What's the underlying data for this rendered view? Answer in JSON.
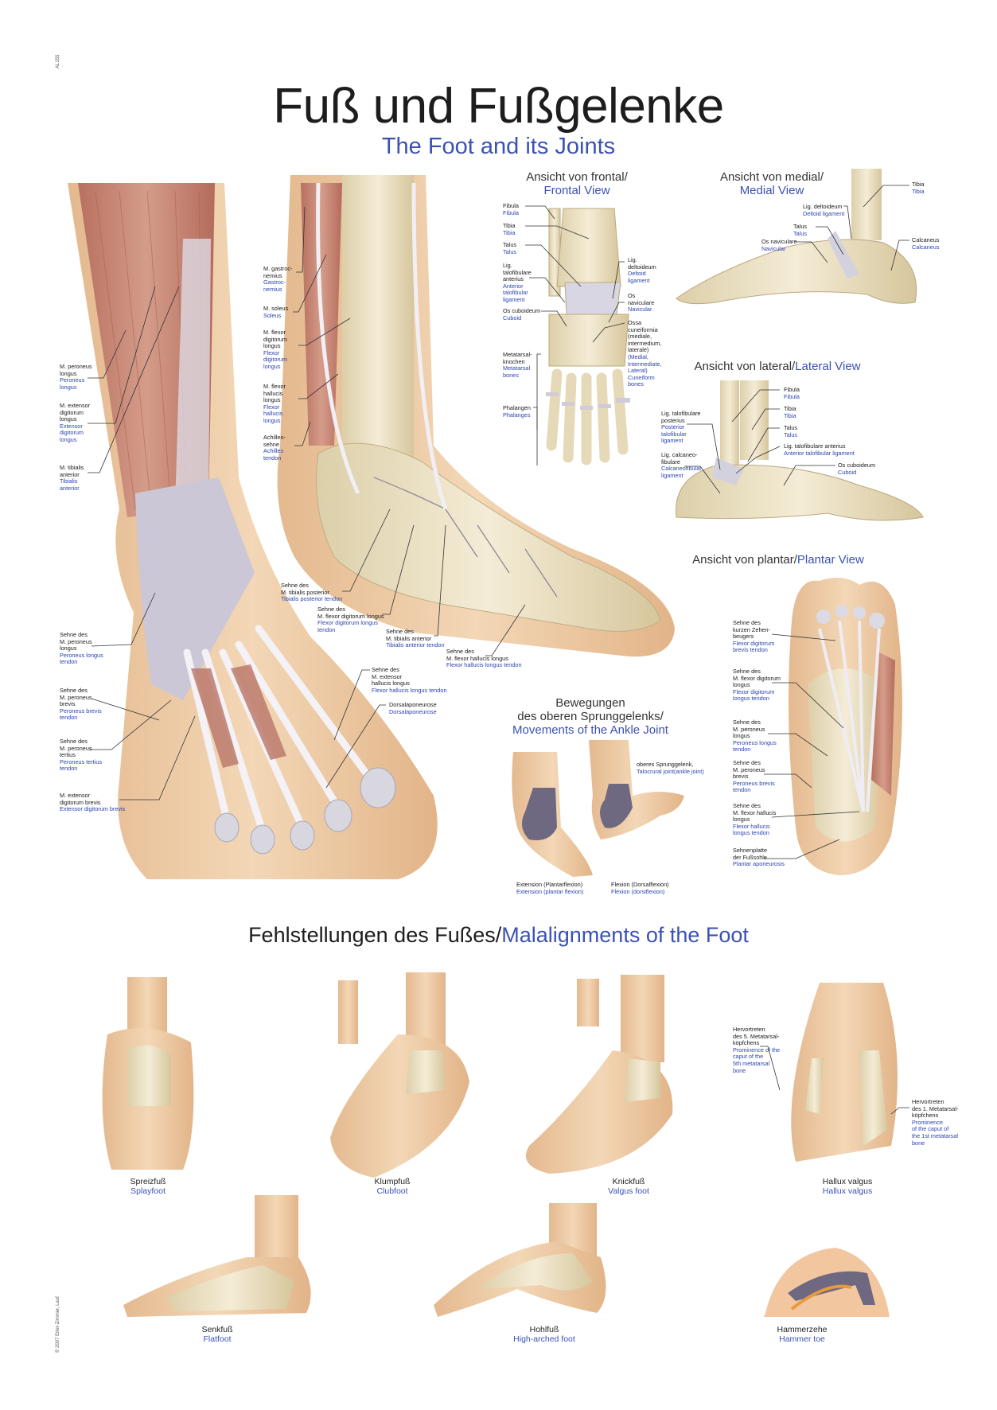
{
  "header": {
    "title": "Fuß und Fußgelenke",
    "subtitle": "The Foot and its Joints",
    "code": "AL155",
    "copyright": "© 2007 Erler-Zimmer, Lauf"
  },
  "colors": {
    "accent_blue": "#3b52b4",
    "skin": "#efcda6",
    "bone": "#ece0c2",
    "muscle": "#c98675",
    "ligament": "#c9c6d6",
    "joint_highlight": "#6e6880"
  },
  "main_figure": {
    "labels": [
      {
        "de": "M. peroneus\nlongus",
        "en": "Peroneus\nlongus"
      },
      {
        "de": "M. extensor\ndigitorum\nlongus",
        "en": "Extensor\ndigitorum\nlongus"
      },
      {
        "de": "M. tibialis\nanterior",
        "en": "Tibialis\nanterior"
      },
      {
        "de": "Sehne des\nM. peroneus\nlongus",
        "en": "Peroneus longus\ntendon"
      },
      {
        "de": "Sehne des\nM. peroneus\nbrevis",
        "en": "Peroneus brevis\ntendon"
      },
      {
        "de": "Sehne des\nM. peroneus\ntertius",
        "en": "Peroneus tertius\ntendon"
      },
      {
        "de": "M. extensor\ndigitorum brevis",
        "en": "Extensor digitorum brevis"
      },
      {
        "de": "M. gastroc-\nnemius",
        "en": "Gastroc-\nnemius"
      },
      {
        "de": "M. soleus",
        "en": "Soleus"
      },
      {
        "de": "M. flexor\ndigitorum\nlongus",
        "en": "Flexor\ndigitorum\nlongus"
      },
      {
        "de": "M. flexor\nhallucis\nlongus",
        "en": "Flexor\nhallucis\nlongus"
      },
      {
        "de": "Achilles-\nsehne",
        "en": "Achilles\ntendon"
      },
      {
        "de": "Sehne des\nM. tibialis posterior",
        "en": "Tibialis posterior tendon"
      },
      {
        "de": "Sehne des\nM. flexor digitorum longus",
        "en": "Flexor digitorum longus\ntendon"
      },
      {
        "de": "Sehne des\nM. tibialis anterior",
        "en": "Tibialis anterior tendon"
      },
      {
        "de": "Sehne des\nM. flexor hallucis longus",
        "en": "Flexor hallucis longus tendon"
      },
      {
        "de": "Sehne des\nM. extensor\nhallucis longus",
        "en": "Flexor hallucis longus tendon"
      },
      {
        "de": "Dorsalaponeurose",
        "en": "Dorsalaponeurose"
      }
    ]
  },
  "frontal_view": {
    "heading_de": "Ansicht von frontal/",
    "heading_en": "Frontal View",
    "labels": [
      {
        "de": "Fibula",
        "en": "Fibula"
      },
      {
        "de": "Tibia",
        "en": "Tibia"
      },
      {
        "de": "Talus",
        "en": "Talus"
      },
      {
        "de": "Lig.\ntalofibulare\nanterius",
        "en": "Anterior\ntalofibular\nligament"
      },
      {
        "de": "Os cuboideum",
        "en": "Cuboid"
      },
      {
        "de": "Metatarsal-\nknochen",
        "en": "Metatarsal\nbones"
      },
      {
        "de": "Phalangen",
        "en": "Phalanges"
      },
      {
        "de": "Lig.\ndeltoideum",
        "en": "Deltoid\nligament"
      },
      {
        "de": "Os\nnaviculare",
        "en": "Navicular"
      },
      {
        "de": "Ossa\ncuneiformia\n(mediale,\nintermedium,\nlaterale)",
        "en": "(Medial,\nIntermediate,\nLateral)\nCuneiform\nbones"
      }
    ]
  },
  "medial_view": {
    "heading_de": "Ansicht von medial/",
    "heading_en": "Medial View",
    "labels": [
      {
        "de": "Tibia",
        "en": "Tibia"
      },
      {
        "de": "Lig. deltoideum",
        "en": "Deltoid ligament"
      },
      {
        "de": "Talus",
        "en": "Talus"
      },
      {
        "de": "Os naviculare",
        "en": "Navicular"
      },
      {
        "de": "Calcaneus",
        "en": "Calcaneus"
      }
    ]
  },
  "lateral_view": {
    "heading_de": "Ansicht von lateral/",
    "heading_en": "Lateral View",
    "labels": [
      {
        "de": "Fibula",
        "en": "Fibula"
      },
      {
        "de": "Tibia",
        "en": "Tibia"
      },
      {
        "de": "Talus",
        "en": "Talus"
      },
      {
        "de": "Lig. talofibulare anterius",
        "en": "Anterior talofibular ligament"
      },
      {
        "de": "Os cuboideum",
        "en": "Cuboid"
      },
      {
        "de": "Lig. talofibulare\nposterius",
        "en": "Posterior\ntalofibular\nligament"
      },
      {
        "de": "Lig. calcaneo-\nfibulare",
        "en": "Calcaneofibular\nligament"
      }
    ]
  },
  "plantar_view": {
    "heading_de": "Ansicht von plantar/",
    "heading_en": "Plantar View",
    "labels": [
      {
        "de": "Sehne des\nkurzen Zehen-\nbeugers",
        "en": "Flexor digitorum\nbrevis tendon"
      },
      {
        "de": "Sehne des\nM. flexor digitorum\nlongus",
        "en": "Flexor digitorum\nlongus tendon"
      },
      {
        "de": "Sehne des\nM. peroneus\nlongus",
        "en": "Peroneus longus\ntendon"
      },
      {
        "de": "Sehne des\nM. peroneus\nbrevis",
        "en": "Peroneus brevis\ntendon"
      },
      {
        "de": "Sehne des\nM. flexor hallucis\nlongus",
        "en": "Flexor hallucis\nlongus tendon"
      },
      {
        "de": "Sehnenplatte\nder Fußsohle",
        "en": "Plantar aponeurosis"
      }
    ]
  },
  "movements": {
    "heading_de_1": "Bewegungen",
    "heading_de_2": "des oberen Sprunggelenks/",
    "heading_en": "Movements of the Ankle Joint",
    "joint": {
      "de": "oberes Sprunggelenk,",
      "en": "Talocrural joint(ankle joint)"
    },
    "extension": {
      "de": "Extension (Plantarflexion)",
      "en": "Extension (plantar flexion)"
    },
    "flexion": {
      "de": "Flexion (Dorsalflexion)",
      "en": "Flexion (dorsiflexion)"
    }
  },
  "malalignments": {
    "heading_de": "Fehlstellungen des Fußes/",
    "heading_en": "Malalignments of the Foot",
    "items": [
      {
        "de": "Spreizfuß",
        "en": "Splayfoot"
      },
      {
        "de": "Klumpfuß",
        "en": "Clubfoot"
      },
      {
        "de": "Knickfuß",
        "en": "Valgus foot"
      },
      {
        "de": "Hallux valgus",
        "en": "Hallux valgus"
      },
      {
        "de": "Senkfuß",
        "en": "Flatfoot"
      },
      {
        "de": "Hohlfuß",
        "en": "High-arched foot"
      },
      {
        "de": "Hammerzehe",
        "en": "Hammer toe"
      }
    ],
    "hallux_labels": [
      {
        "de": "Hervortreten\ndes 5. Metatarsal-\nköpfchens",
        "en": "Prominence of the\ncaput of the\n5th metatarsal\nbone"
      },
      {
        "de": "Hervortreten\ndes 1. Metatarsal-\nköpfchens",
        "en": "Prominence\nof the caput of\nthe 1st metatarsal\nbone"
      }
    ]
  }
}
